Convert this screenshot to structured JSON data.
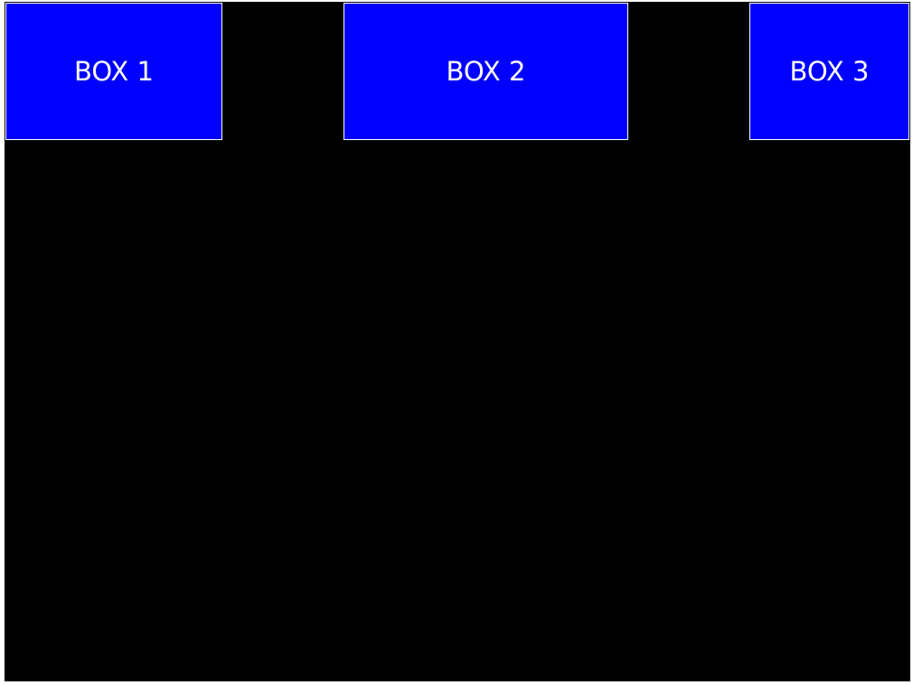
{
  "colors": {
    "background": "#000000",
    "box_fill": "#0000ff",
    "box_border": "#ffffff",
    "text": "#ffffff"
  },
  "boxes": [
    {
      "label": "BOX 1"
    },
    {
      "label": "BOX 2"
    },
    {
      "label": "BOX 3"
    }
  ]
}
